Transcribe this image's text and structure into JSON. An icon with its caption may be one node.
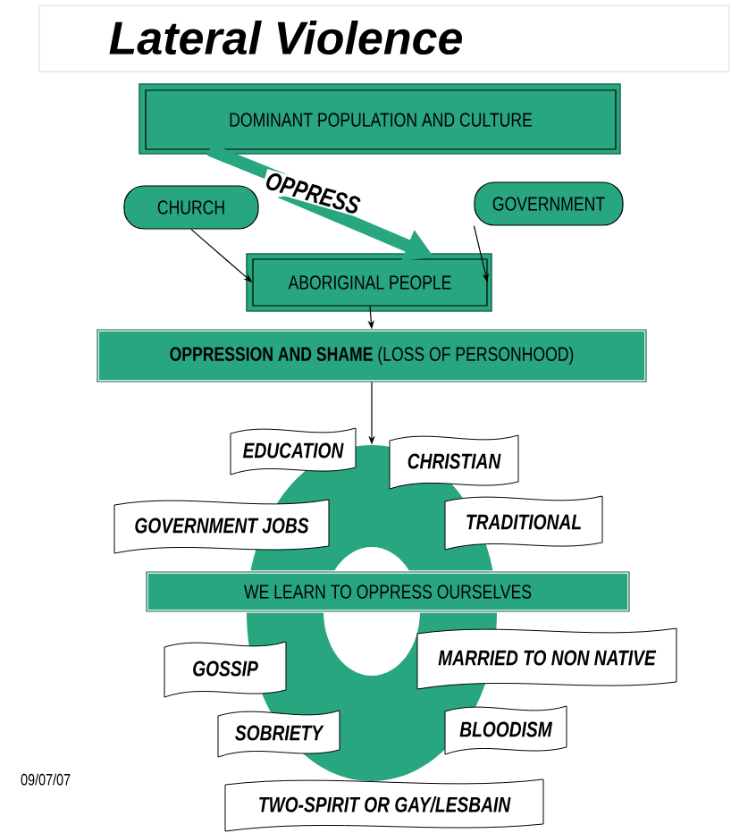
{
  "diagram": {
    "title": "Lateral Violence",
    "nodes": [
      {
        "text": [
          "DOMINANT POPULATION AND CULTURE"
        ]
      },
      {
        "text": [
          "CHURCH"
        ]
      },
      {
        "text": [
          "GOVERNMENT"
        ]
      },
      {
        "text": [
          "ABORIGINAL PEOPLE"
        ]
      },
      {
        "text": [
          "**OPPRESSION AND SHAME** (LOSS OF PERSONHOOD)"
        ]
      },
      {
        "text": [],
        "shape": "ring"
      },
      {
        "text": [
          "WE LEARN TO OPPRESS OURSELVES"
        ]
      },
      {
        "text": [
          "EDUCATION"
        ]
      },
      {
        "text": [
          "CHRISTIAN"
        ]
      },
      {
        "text": [
          "GOVERNMENT JOBS"
        ]
      },
      {
        "text": [
          "TRADITIONAL"
        ]
      },
      {
        "text": [
          "GOSSIP"
        ]
      },
      {
        "text": [
          "MARRIED TO NON NATIVE"
        ]
      },
      {
        "text": [
          "SOBRIETY"
        ]
      },
      {
        "text": [
          "BLOODISM"
        ]
      },
      {
        "text": [
          "TWO-SPIRIT OR GAY/LESBAIN"
        ]
      }
    ],
    "edges": [
      {
        "from": 0,
        "to": 3,
        "arrow": "to",
        "label": "OPPRESS",
        "style": "thick",
        "color": "#27a67f"
      },
      {
        "from": 1,
        "to": 3,
        "arrow": "to"
      },
      {
        "from": 2,
        "to": 3,
        "arrow": "to"
      },
      {
        "from": 3,
        "to": 4,
        "arrow": "to"
      },
      {
        "from": 4,
        "to": 5,
        "arrow": "to"
      }
    ],
    "labels": [
      "09/07/07"
    ]
  }
}
